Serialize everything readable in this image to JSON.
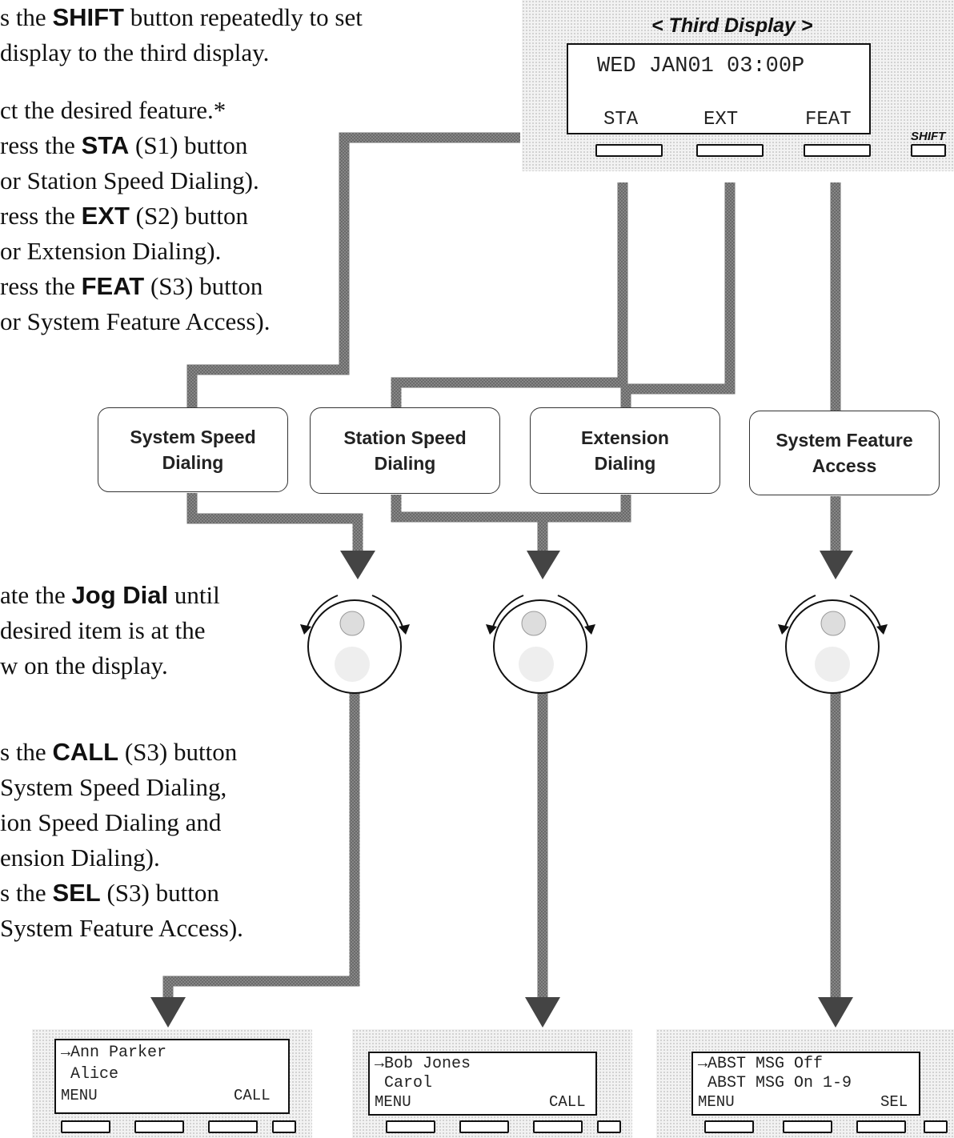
{
  "instructions": {
    "shift": [
      "s the ",
      "SHIFT",
      " button repeatedly to set",
      "display to the third display."
    ],
    "select": [
      "ct the desired feature.*"
    ],
    "sta": [
      "ress the ",
      "STA",
      " (S1) button",
      "or Station Speed Dialing)."
    ],
    "ext": [
      "ress the ",
      "EXT",
      " (S2) button",
      "or Extension Dialing)."
    ],
    "feat": [
      "ress the ",
      "FEAT",
      " (S3) button",
      "or System Feature Access)."
    ],
    "jog": [
      "ate the ",
      "Jog Dial",
      " until",
      "desired item is at the",
      "w on the display."
    ],
    "call": [
      "s the ",
      "CALL",
      " (S3) button",
      "System Speed Dialing,",
      "ion Speed Dialing and",
      "ension Dialing)."
    ],
    "sel": [
      "s the ",
      "SEL",
      " (S3) button",
      "System Feature Access)."
    ]
  },
  "third_display": {
    "title": "< Third Display >",
    "line1": "WED JAN01 03:00P",
    "softkeys": [
      "STA",
      "EXT",
      "FEAT"
    ],
    "shift_label": "SHIFT"
  },
  "features": {
    "system_speed": [
      "System Speed",
      "Dialing"
    ],
    "station_speed": [
      "Station Speed",
      "Dialing"
    ],
    "extension": [
      "Extension",
      "Dialing"
    ],
    "system_feature": [
      "System Feature",
      "Access"
    ]
  },
  "result_displays": [
    {
      "line1": "→Ann Parker",
      "line2": " Alice",
      "left": "MENU",
      "right": "CALL"
    },
    {
      "line1": "→Bob Jones",
      "line2": " Carol",
      "left": "MENU",
      "right": "CALL"
    },
    {
      "line1": "→ABST MSG Off",
      "line2": " ABST MSG On 1-9",
      "left": "MENU",
      "right": "SEL"
    }
  ]
}
